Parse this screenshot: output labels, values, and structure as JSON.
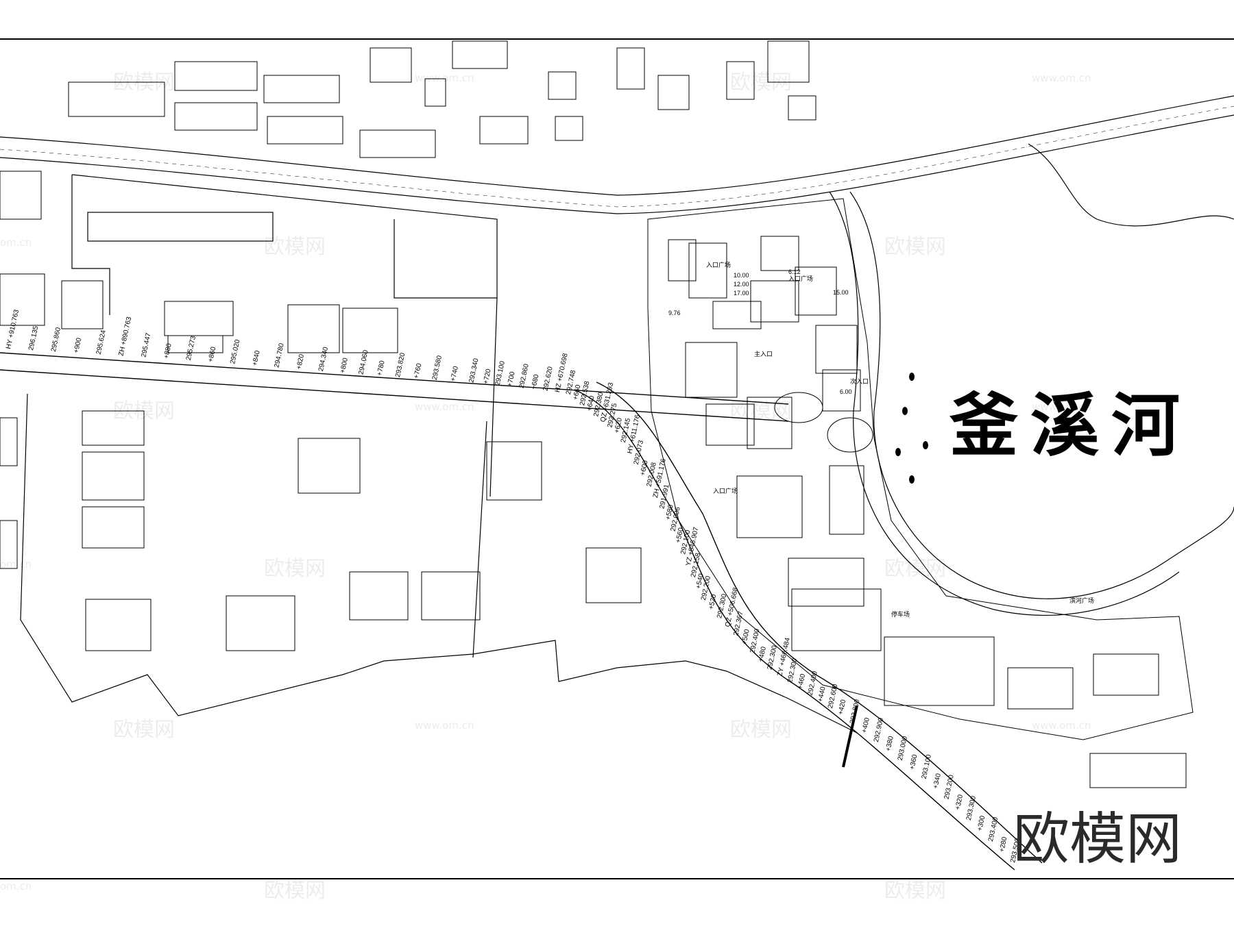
{
  "map": {
    "river_name": "釜溪河",
    "brand_logo": "欧模网",
    "watermark": {
      "text": "欧模网",
      "url": "www.om.cn",
      "url_fragment": "om.cn"
    },
    "chainage_labels": [
      "HY +910.763",
      "296.135",
      "295.860",
      "+900",
      "295.624",
      "ZH +890.763",
      "295.447",
      "+880",
      "295.273",
      "+860",
      "295.020",
      "+840",
      "294.780",
      "+820",
      "294.340",
      "+800",
      "294.060",
      "+780",
      "293.820",
      "+760",
      "293.580",
      "+740",
      "293.340",
      "+720",
      "293.100",
      "+700",
      "292.860",
      "+680",
      "292.620",
      "HZ +670.698",
      "292.748",
      "+660",
      "292.538",
      "+640",
      "292.380",
      "QZ +631.293",
      "292.275",
      "+620",
      "292.145",
      "HY +611.176",
      "292.073",
      "+600",
      "292.008",
      "ZH +591.176",
      "291.991",
      "+580",
      "292.006",
      "+560",
      "292.100",
      "YZ +546.907",
      "292.158",
      "+540",
      "292.200",
      "+520",
      "292.300",
      "QZ +506.668",
      "292.367",
      "+500",
      "292.400",
      "+480",
      "292.300",
      "ZY +466.484",
      "292.300",
      "+460",
      "292.400",
      "+440",
      "292.600",
      "+420",
      "292.800",
      "+400",
      "292.900",
      "+380",
      "293.000",
      "+360",
      "293.100",
      "+340",
      "293.200",
      "+320",
      "293.300",
      "+300",
      "293.400",
      "+280",
      "293.500"
    ],
    "place_labels": [
      "入口广场",
      "入口广场",
      "入口广场",
      "停车场",
      "主入口",
      "次入口",
      "滨河广场"
    ],
    "dimension_labels": [
      "10.00",
      "12.00",
      "17.00",
      "6.12",
      "15.00",
      "6.00",
      "9.76"
    ]
  }
}
